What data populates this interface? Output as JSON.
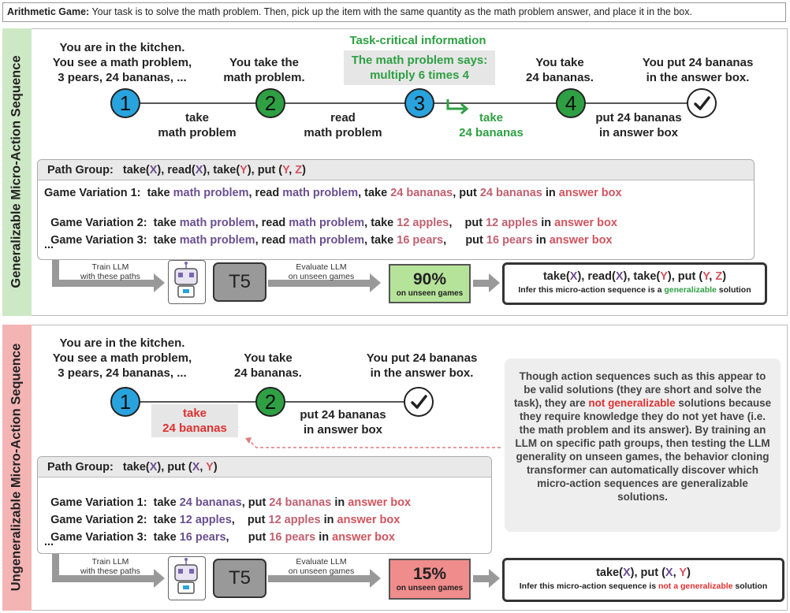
{
  "header": {
    "label": "Arithmetic Game:",
    "text": " Your task is to solve the math problem. Then, pick up the item with the same quantity as the math problem answer, and place it in the box."
  },
  "colors": {
    "blue_step": "#29a3dd",
    "green_step": "#2ea043",
    "purple": "#6b4f8f",
    "red": "#d2545e",
    "green_sidebar": "#cde8c5",
    "red_sidebar": "#f4b4b4",
    "result_green": "#b6e39a",
    "result_red": "#f08c8c"
  },
  "generalizable": {
    "sidebar_label": "Generalizable Micro-Action Sequence",
    "task_critical_title": "Task-critical information",
    "task_critical_box": [
      "The math problem says:",
      "multiply 6 times 4"
    ],
    "observations": [
      [
        "You are in the kitchen.",
        "You see a math problem,",
        "3 pears, 24 bananas, ..."
      ],
      [
        "You take the",
        "math problem."
      ],
      [
        "You take",
        "24 bananas."
      ],
      [
        "You put 24 bananas",
        "in the answer box."
      ]
    ],
    "steps": [
      "1",
      "2",
      "3",
      "4"
    ],
    "actions": [
      [
        "take",
        "math problem"
      ],
      [
        "read",
        "math problem"
      ],
      [
        "take",
        "24 bananas"
      ],
      [
        "put 24 bananas",
        "in answer box"
      ]
    ],
    "path_group": {
      "label": "Path Group:",
      "take1": "take(",
      "X1": "X",
      "read": "), read(",
      "X2": "X",
      "take2": "), take(",
      "Y1": "Y",
      "put": "), put (",
      "Y2": "Y",
      "comma": ", ",
      "Z": "Z",
      "close": ")"
    },
    "variations": [
      {
        "label": "Game Variation 1:",
        "take": "take ",
        "obj": "math problem",
        "read": ", read ",
        "obj2": "math problem",
        "take2": ", take ",
        "item": "24 bananas",
        "put": ", put ",
        "item2": "24 bananas",
        "in": " in ",
        "box": "answer box"
      },
      {
        "label": "Game Variation 2:",
        "take": "take ",
        "obj": "math problem",
        "read": ", read ",
        "obj2": "math problem",
        "take2": ", take ",
        "item": "12 apples",
        "put": ",    put ",
        "item2": "12 apples",
        "in": " in ",
        "box": "answer box"
      },
      {
        "label": "Game Variation 3:",
        "take": "take ",
        "obj": "math problem",
        "read": ", read ",
        "obj2": "math problem",
        "take2": ", take ",
        "item": "16 pears",
        "put": ",      put ",
        "item2": "16 pears",
        "in": " in ",
        "box": "answer box"
      }
    ],
    "ellipsis": "...",
    "train_label": [
      "Train LLM",
      "with these paths"
    ],
    "model": "T5",
    "eval_label": [
      "Evaluate LLM",
      "on unseen games"
    ],
    "result_value": "90%",
    "result_sub": "on unseen games",
    "infer_seq": {
      "a": "take(",
      "X1": "X",
      "b": "), read(",
      "X2": "X",
      "c": "), take(",
      "Y1": "Y",
      "d": "), put (",
      "Y2": "Y",
      "e": ", ",
      "Z": "Z",
      "f": ")"
    },
    "infer_text": {
      "pre": "Infer this micro-action sequence is a ",
      "key": "generalizable",
      "post": " solution"
    }
  },
  "ungeneralizable": {
    "sidebar_label": "Ungeneralizable Micro-Action Sequence",
    "observations": [
      [
        "You are in the kitchen.",
        "You see a math problem,",
        "3 pears, 24 bananas, ..."
      ],
      [
        "You take",
        "24 bananas."
      ],
      [
        "You put 24 bananas",
        "in the answer box."
      ]
    ],
    "steps": [
      "1",
      "2"
    ],
    "actions": [
      [
        "take",
        "24 bananas"
      ],
      [
        "put 24 bananas",
        "in answer box"
      ]
    ],
    "path_group": {
      "label": "Path Group:",
      "take1": "take(",
      "X1": "X",
      "put": "), put (",
      "X2": "X",
      "comma": ", ",
      "Y": "Y",
      "close": ")"
    },
    "variations": [
      {
        "label": "Game Variation 1:",
        "take": "take ",
        "item": "24 bananas",
        "put": ", put ",
        "item2": "24 bananas",
        "in": " in ",
        "box": "answer box"
      },
      {
        "label": "Game Variation 2:",
        "take": "take ",
        "item": "12 apples",
        "put": ",    put ",
        "item2": "12 apples",
        "in": " in ",
        "box": "answer box"
      },
      {
        "label": "Game Variation 3:",
        "take": "take ",
        "item": "16 pears",
        "put": ",      put ",
        "item2": "16 pears",
        "in": " in ",
        "box": "answer box"
      }
    ],
    "ellipsis": "...",
    "note": {
      "pre": "Though action sequences such as this appear to be valid solutions (they are short and solve the task), they are ",
      "key": "not generalizable",
      "post": " solutions because they require knowledge they do not yet have (i.e. the math problem and its answer). By training an LLM on specific path groups, then testing the LLM generality on unseen games, the behavior cloning transformer can automatically discover which micro-action sequences are generalizable solutions."
    },
    "train_label": [
      "Train LLM",
      "with these paths"
    ],
    "model": "T5",
    "eval_label": [
      "Evaluate LLM",
      "on unseen games"
    ],
    "result_value": "15%",
    "result_sub": "on unseen games",
    "infer_seq": {
      "a": "take(",
      "X1": "X",
      "b": "), put (",
      "X2": "X",
      "c": ", ",
      "Y": "Y",
      "d": ")"
    },
    "infer_text": {
      "pre": "Infer this micro-action sequence is ",
      "key": "not a generalizable",
      "post": " solution"
    }
  }
}
